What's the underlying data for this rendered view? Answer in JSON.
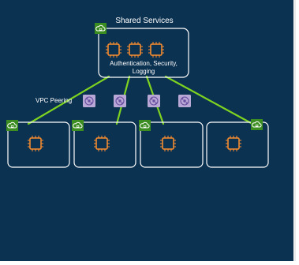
{
  "shared_services": {
    "title": "Shared Services",
    "description": "Authentication, Security, Logging",
    "icon": "vpc-cloud-icon",
    "compute_icon": "ec2-instance-icon"
  },
  "peering": {
    "label": "VPC Peering",
    "icon": "vpc-peering-icon"
  },
  "spoke_vpcs": [
    {
      "icon": "vpc-cloud-icon",
      "compute_icon": "ec2-instance-icon"
    },
    {
      "icon": "vpc-cloud-icon",
      "compute_icon": "ec2-instance-icon"
    },
    {
      "icon": "vpc-cloud-icon",
      "compute_icon": "ec2-instance-icon"
    },
    {
      "icon": "vpc-cloud-icon",
      "compute_icon": "ec2-instance-icon"
    }
  ],
  "colors": {
    "background": "#0c3251",
    "border": "#ffffff",
    "connection": "#7ed321",
    "vpc_badge": "#3b8c21",
    "compute": "#ff8f2e",
    "peering_badge": "#b9a8d6"
  }
}
